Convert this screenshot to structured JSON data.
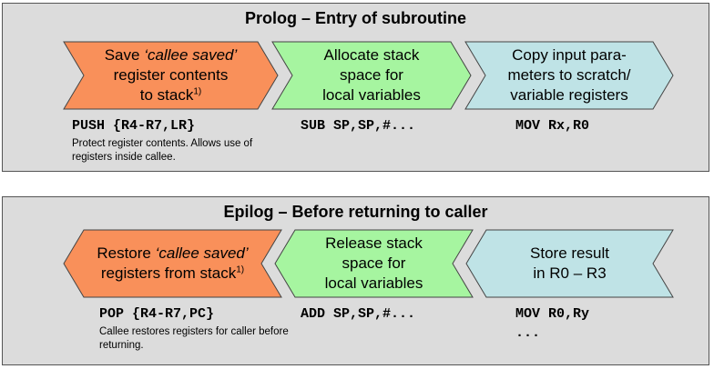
{
  "prolog": {
    "title": "Prolog – Entry of subroutine",
    "steps": [
      {
        "line1_pre": "Save ",
        "line1_em": "‘callee saved’",
        "line1_post": "",
        "line2": "register contents",
        "line3": "to stack",
        "sup": "1)",
        "color": "#f9905a"
      },
      {
        "line1": "Allocate stack",
        "line2": "space for",
        "line3": "local variables",
        "color": "#a6f5a0"
      },
      {
        "line1": "Copy input para-",
        "line2": "meters to scratch/",
        "line3": "variable registers",
        "color": "#bfe3e6"
      }
    ],
    "code": [
      "PUSH {R4-R7,LR}",
      "SUB SP,SP,#...",
      "MOV Rx,R0"
    ],
    "note": "Protect register contents. Allows use of registers inside callee."
  },
  "epilog": {
    "title": "Epilog – Before returning to caller",
    "steps": [
      {
        "line1_pre": "Restore ",
        "line1_em": "‘callee saved’",
        "line1_post": "",
        "line2": "registers from stack",
        "sup": "1)",
        "color": "#f9905a"
      },
      {
        "line1": "Release stack",
        "line2": "space for",
        "line3": "local variables",
        "color": "#a6f5a0"
      },
      {
        "line1": "Store result",
        "line2": "in R0 – R3",
        "color": "#bfe3e6"
      }
    ],
    "code": [
      "POP {R4-R7,PC}",
      "ADD SP,SP,#...",
      "MOV R0,Ry",
      "..."
    ],
    "note": "Callee restores registers for caller before returning."
  }
}
